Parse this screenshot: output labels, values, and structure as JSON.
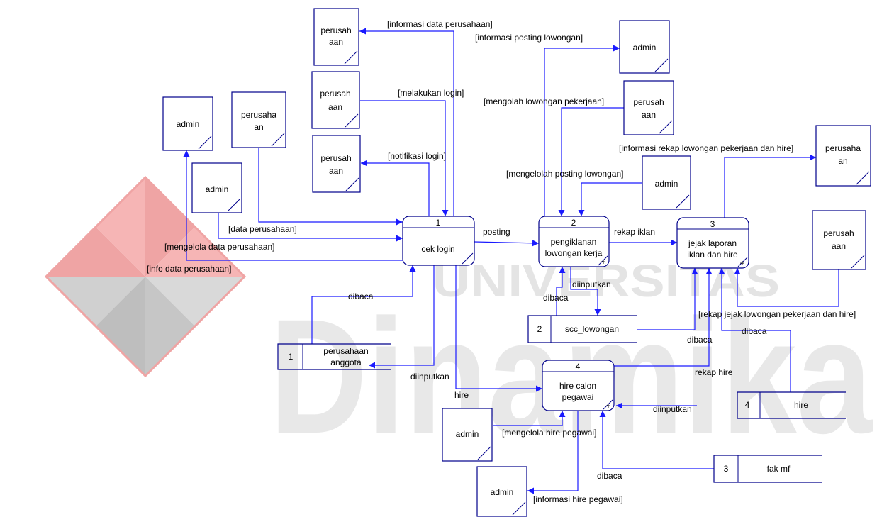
{
  "watermark": {
    "top": "UNIVERSITAS",
    "bottom": "Dinamika",
    "colors": {
      "logo_red": "#e35a5a",
      "logo_grey": "#9a9a9a",
      "text_grey": "#cfcfcf"
    }
  },
  "colors": {
    "line": "#1a1aff",
    "box": "#00008b"
  },
  "entities": [
    {
      "id": "e1",
      "lines": [
        "perusah",
        "aan"
      ]
    },
    {
      "id": "e2",
      "lines": [
        "perusah",
        "aan"
      ]
    },
    {
      "id": "e3",
      "lines": [
        "perusah",
        "aan"
      ]
    },
    {
      "id": "e4",
      "lines": [
        "admin"
      ]
    },
    {
      "id": "e5",
      "lines": [
        "perusaha",
        "an"
      ]
    },
    {
      "id": "e6",
      "lines": [
        "admin"
      ]
    },
    {
      "id": "e7",
      "lines": [
        "admin"
      ]
    },
    {
      "id": "e8",
      "lines": [
        "perusah",
        "aan"
      ]
    },
    {
      "id": "e9",
      "lines": [
        "admin"
      ]
    },
    {
      "id": "e10",
      "lines": [
        "perusaha",
        "an"
      ]
    },
    {
      "id": "e11",
      "lines": [
        "perusah",
        "aan"
      ]
    },
    {
      "id": "e12",
      "lines": [
        "admin"
      ]
    },
    {
      "id": "e13",
      "lines": [
        "admin"
      ]
    }
  ],
  "processes": [
    {
      "id": "p1",
      "number": "1",
      "lines": [
        "cek login"
      ]
    },
    {
      "id": "p2",
      "number": "2",
      "lines": [
        "pengiklanan",
        "lowongan kerja"
      ]
    },
    {
      "id": "p3",
      "number": "3",
      "lines": [
        "jejak laporan",
        "iklan dan hire"
      ]
    },
    {
      "id": "p4",
      "number": "4",
      "lines": [
        "hire calon",
        "pegawai"
      ]
    }
  ],
  "datastores": [
    {
      "id": "d1",
      "number": "1",
      "lines": [
        "perusahaan",
        "anggota"
      ]
    },
    {
      "id": "d2",
      "number": "2",
      "lines": [
        "scc_lowongan"
      ]
    },
    {
      "id": "d3",
      "number": "4",
      "lines": [
        "hire"
      ]
    },
    {
      "id": "d4",
      "number": "3",
      "lines": [
        "fak mf"
      ]
    }
  ],
  "flows": [
    {
      "id": "f1",
      "label": "[informasi data perusahaan]"
    },
    {
      "id": "f2",
      "label": "[melakukan login]"
    },
    {
      "id": "f3",
      "label": "[notifikasi login]"
    },
    {
      "id": "f4",
      "label": "[data perusahaan]"
    },
    {
      "id": "f5",
      "label": "[mengelola data perusahaan]"
    },
    {
      "id": "f6",
      "label": "[info data perusahaan]"
    },
    {
      "id": "f7",
      "label": "dibaca"
    },
    {
      "id": "f8",
      "label": "diinputkan"
    },
    {
      "id": "f9",
      "label": "hire"
    },
    {
      "id": "f10",
      "label": "posting"
    },
    {
      "id": "f11",
      "label": "[informasi posting lowongan]"
    },
    {
      "id": "f12",
      "label": "[mengolah lowongan pekerjaan]"
    },
    {
      "id": "f13",
      "label": "[mengelolah posting lowongan]"
    },
    {
      "id": "f14",
      "label": "rekap iklan"
    },
    {
      "id": "f15",
      "label": "diinputkan"
    },
    {
      "id": "f16",
      "label": "dibaca"
    },
    {
      "id": "f17",
      "label": "[informasi rekap lowongan pekerjaan dan hire]"
    },
    {
      "id": "f18",
      "label": "[rekap jejak lowongan pekerjaan dan hire]"
    },
    {
      "id": "f19",
      "label": "dibaca"
    },
    {
      "id": "f20",
      "label": "dibaca"
    },
    {
      "id": "f21",
      "label": "rekap hire"
    },
    {
      "id": "f22",
      "label": "diinputkan"
    },
    {
      "id": "f23",
      "label": "[mengelola hire pegawai]"
    },
    {
      "id": "f24",
      "label": "dibaca"
    },
    {
      "id": "f25",
      "label": "[informasi hire pegawai]"
    }
  ]
}
